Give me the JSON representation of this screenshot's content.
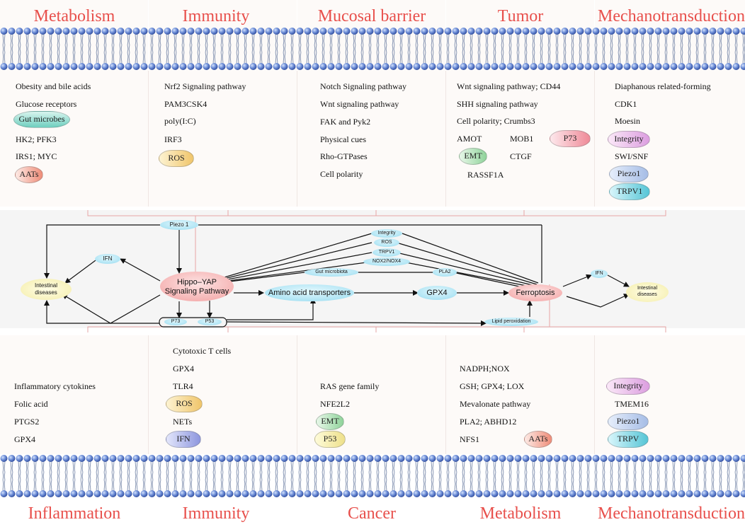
{
  "top": {
    "headings": [
      "Metabolism",
      "Immunity",
      "Mucosal barrier",
      "Tumor",
      "Mechanotransduction"
    ],
    "metabolism": {
      "items": [
        "Obesity and  bile acids",
        "Glucose receptors",
        "HK2; PFK3",
        "IRS1; MYC"
      ],
      "badges": [
        "Gut microbes",
        "AATs"
      ]
    },
    "immunity": {
      "items": [
        "Nrf2 Signaling pathway",
        "PAM3CSK4",
        "poly(I:C)",
        "IRF3"
      ],
      "badges": [
        "ROS"
      ]
    },
    "mucosal": {
      "items": [
        "Notch Signaling pathway",
        "Wnt signaling pathway",
        "FAK and Pyk2",
        "Physical cues",
        "Rho-GTPases",
        "Cell polarity"
      ]
    },
    "tumor": {
      "items": [
        "Wnt signaling pathway; CD44",
        "SHH signaling pathway",
        "Cell polarity; Crumbs3",
        "AMOT",
        "MOB1",
        "CTGF",
        "RASSF1A"
      ],
      "badges": [
        "P73",
        "EMT"
      ]
    },
    "mechano": {
      "items": [
        "Diaphanous related-forming",
        "CDK1",
        "Moesin",
        "SWI/SNF"
      ],
      "badges": [
        "Integrity",
        "Piezo1",
        "TRPV1"
      ]
    }
  },
  "bottom": {
    "headings": [
      "Inflammation",
      "Immunity",
      "Cancer",
      "Metabolism",
      "Mechanotransduction"
    ],
    "inflammation": {
      "items": [
        "Inflammatory cytokines",
        "Folic acid",
        "PTGS2",
        "GPX4"
      ]
    },
    "immunity": {
      "items": [
        "Cytotoxic T cells",
        "GPX4",
        "TLR4",
        "NETs"
      ],
      "badges": [
        "ROS",
        "IFN"
      ]
    },
    "cancer": {
      "items": [
        "RAS gene family",
        "NFE2L2"
      ],
      "badges": [
        "EMT",
        "P53"
      ]
    },
    "metabolism": {
      "items": [
        "NADPH;NOX",
        "GSH; GPX4; LOX",
        "Mevalonate pathway",
        "PLA2; ABHD12",
        "NFS1"
      ],
      "badges": [
        "AATs"
      ]
    },
    "mechano": {
      "items": [
        "TMEM16"
      ],
      "badges": [
        "Integrity",
        "Piezo1",
        "TRPV"
      ]
    }
  },
  "center": {
    "piezo": "Piezo 1",
    "ifn_left": "IFN",
    "intestinal_left": [
      "Intestinal",
      "diseases"
    ],
    "hippo": [
      "Hippo–YAP",
      "Signaling Pathway"
    ],
    "fan_nodes": [
      "Integrity",
      "ROS",
      "TRPV1",
      "NOX2/NOX4"
    ],
    "gut": "Gut microbiota",
    "pla2": "PLA2",
    "amino": "Amino acid transporters",
    "gpx4": "GPX4",
    "ferroptosis": "Ferroptosis",
    "ifn_right": "IFN",
    "intestinal_right": [
      "Intestinal",
      "diseases"
    ],
    "p73": "P73",
    "p53": "P53",
    "lipid": "Lipid peroxidation"
  }
}
